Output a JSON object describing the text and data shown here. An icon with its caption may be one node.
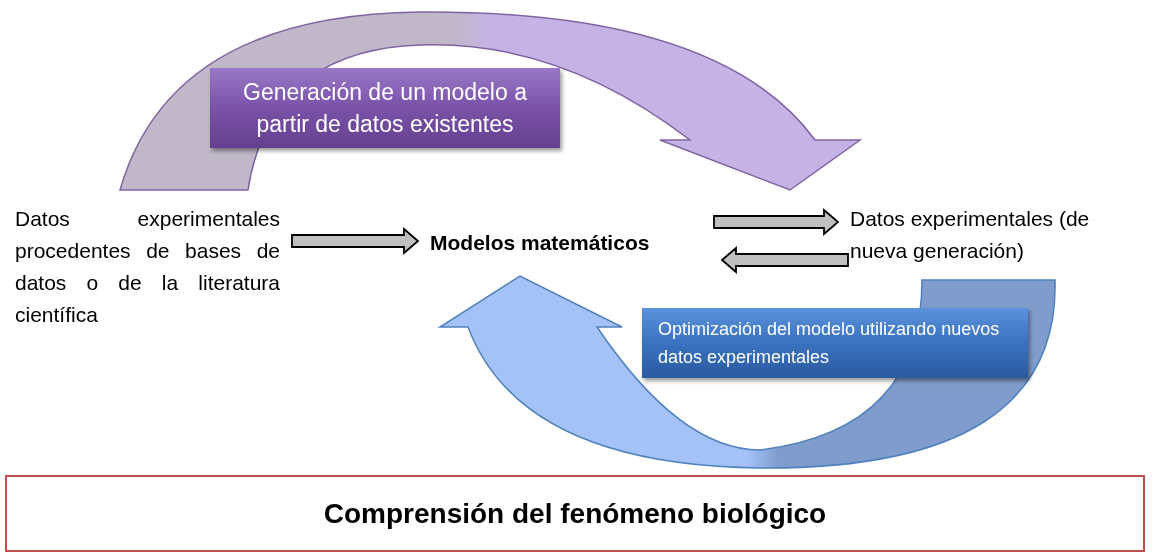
{
  "diagram": {
    "nodes": [
      {
        "text": [
          "Datos experimentales procedentes de bases de datos o de la literatura científica"
        ]
      },
      {
        "text": [
          "Modelos matemáticos"
        ]
      },
      {
        "text": [
          "Datos experimentales (de nueva generación)"
        ]
      },
      {
        "text": [
          "Generación de un modelo a partir de datos existentes"
        ]
      },
      {
        "text": [
          "Optimización del modelo utilizando nuevos datos experimentales"
        ]
      },
      {
        "text": [
          "Comprensión del fenómeno biológico"
        ]
      }
    ],
    "edges": [
      {
        "from": 0,
        "to": 1,
        "arrow": "to"
      },
      {
        "from": 1,
        "to": 2,
        "arrow": "to"
      },
      {
        "from": 2,
        "to": 1,
        "arrow": "to"
      },
      {
        "from": 0,
        "to": 1,
        "arrow": "to",
        "style": "thick",
        "color": "#c6b3e6"
      },
      {
        "from": 2,
        "to": 1,
        "arrow": "to",
        "style": "thick",
        "color": "#a4c2f8"
      }
    ]
  }
}
